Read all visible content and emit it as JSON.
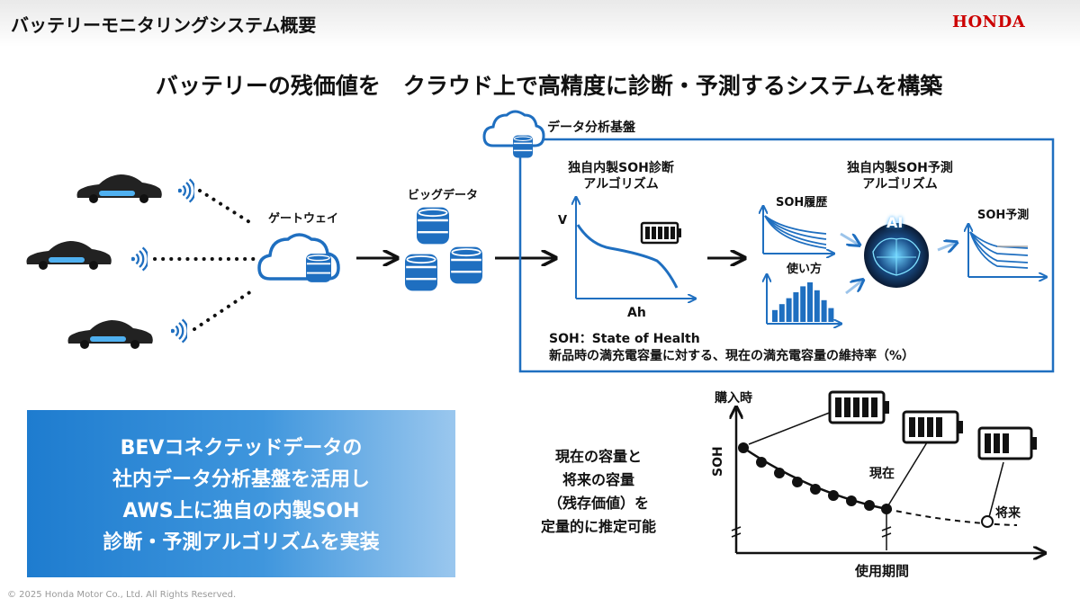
{
  "header": {
    "title": "バッテリーモニタリングシステム概要",
    "logo": "HONDA"
  },
  "headline": "バッテリーの残価値を　クラウド上で高精度に診断・予測するシステムを構築",
  "flow": {
    "gateway_label": "ゲートウェイ",
    "bigdata_label": "ビッグデータ",
    "platform_label": "データ分析基盤"
  },
  "platform": {
    "diag_title_1": "独自内製SOH診断",
    "diag_title_2": "アルゴリズム",
    "pred_title_1": "独自内製SOH予測",
    "pred_title_2": "アルゴリズム",
    "axis_v": "V",
    "axis_ah": "Ah",
    "soh_history": "SOH履歴",
    "usage": "使い方",
    "ai": "AI",
    "soh_forecast": "SOH予測",
    "def_1": "SOH：State of Health",
    "def_2": "新品時の満充電容量に対する、現在の満充電容量の維持率（%）",
    "usage_bars": [
      0.3,
      0.45,
      0.6,
      0.75,
      0.9,
      1.0,
      0.8,
      0.55,
      0.35
    ]
  },
  "bev_box": {
    "lines": [
      "BEVコネクテッドデータの",
      "社内データ分析基盤を活用し",
      "AWS上に独自の内製SOH",
      "診断・予測アルゴリズムを実装"
    ]
  },
  "center_text": {
    "lines": [
      "現在の容量と",
      "将来の容量",
      "（残存価値）を",
      "定量的に推定可能"
    ]
  },
  "soh_chart": {
    "y_label": "SOH",
    "x_label": "使用期間",
    "purchase": "購入時",
    "now": "現在",
    "future": "将来"
  },
  "colors": {
    "accent_blue": "#1f6fc0",
    "honda_red": "#cc0000"
  },
  "copyright": "© 2025 Honda Motor Co., Ltd. All Rights Reserved."
}
